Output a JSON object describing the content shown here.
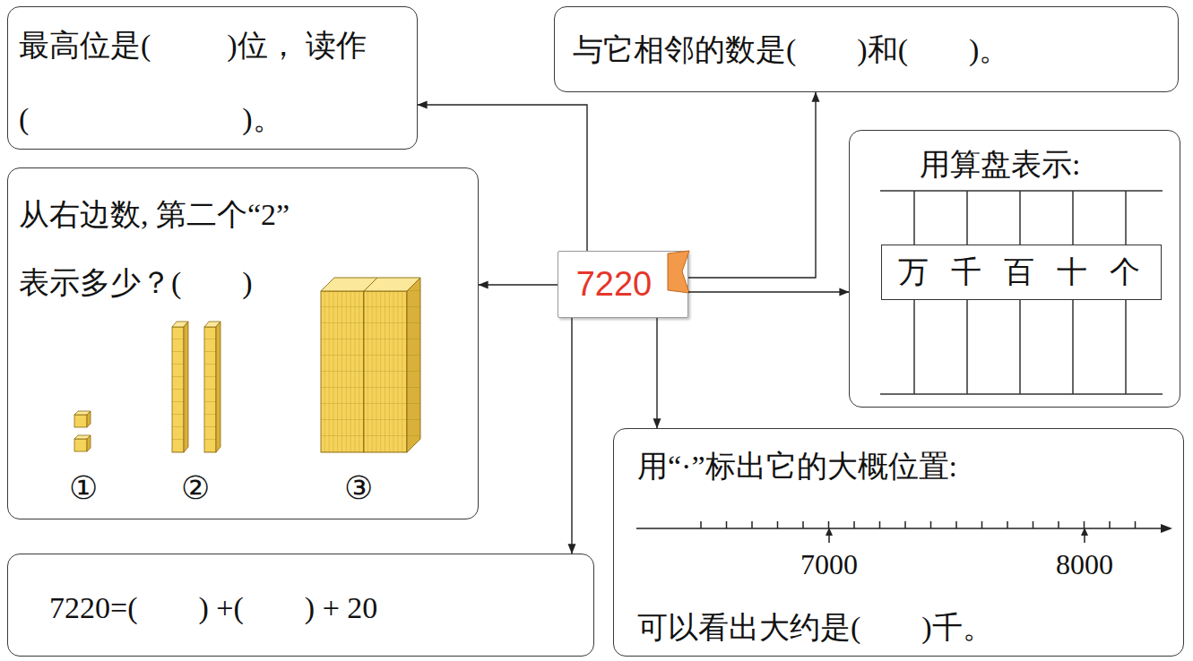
{
  "diagram": {
    "nodes": [
      {
        "text": [
          "最高位是(          )位， 读作(                            )。"
        ]
      },
      {
        "text": [
          "与它相邻的数是(        )和(        )。"
        ]
      },
      {
        "text": [
          "从右边数, 第二个“2” 表示多少？(        )"
        ]
      },
      {
        "text": [
          "7220"
        ]
      },
      {
        "text": [
          "用算盘表示:"
        ]
      },
      {
        "text": [
          "万",
          "千",
          "百",
          "十",
          "个"
        ],
        "in": 4
      },
      {
        "text": [
          "用“·”标出它的大概位置:",
          "可以看出大约是(        )千。"
        ]
      },
      {
        "text": [
          "7220=(        ) +(        ) + 20"
        ]
      }
    ],
    "edges": [
      {
        "from": 3,
        "to": 0,
        "arrow": "to"
      },
      {
        "from": 3,
        "to": 1,
        "arrow": "to"
      },
      {
        "from": 3,
        "to": 2,
        "arrow": "to"
      },
      {
        "from": 3,
        "to": 4,
        "arrow": "to"
      },
      {
        "from": 3,
        "to": 6,
        "arrow": "to"
      },
      {
        "from": 3,
        "to": 7,
        "arrow": "to"
      }
    ],
    "labels": [
      "①",
      "②",
      "③",
      "7000",
      "8000"
    ]
  }
}
